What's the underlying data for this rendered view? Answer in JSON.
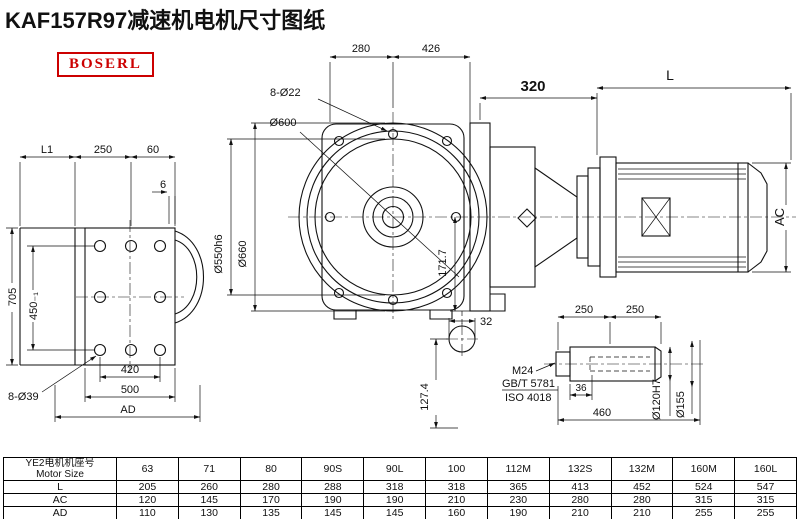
{
  "title": "KAF157R97减速机电机尺寸图纸",
  "logo": {
    "text": "BOSERL"
  },
  "drawing": {
    "front_view": {
      "dim_L1": "L1",
      "dim_250": "250",
      "dim_60": "60",
      "dim_6": "6",
      "dim_705": "705",
      "dim_450": "450₋₁",
      "bolt_callout": "8-Ø39",
      "dim_420": "420",
      "dim_500": "500",
      "dim_AD": "AD"
    },
    "flange_view": {
      "dim_280": "280",
      "dim_426": "426",
      "bolt_callout": "8-Ø22",
      "dim_600": "Ø600",
      "dim_550": "Ø550h6",
      "dim_660": "Ø660",
      "dim_171": "171.7",
      "dim_32": "32",
      "dim_127": "127.4"
    },
    "side_view": {
      "dim_320": "320",
      "dim_L": "L",
      "dim_AC": "AC"
    },
    "shaft_detail": {
      "dim_250a": "250",
      "dim_250b": "250",
      "thread_callout": "M24",
      "standard_1": "GB/T 5781",
      "standard_2": "ISO 4018",
      "dim_36": "36",
      "dim_460": "460",
      "dim_120": "Ø120H7",
      "dim_155": "Ø155"
    }
  },
  "table": {
    "header_line1": "YE2电机机座号",
    "header_line2": "Motor Size",
    "columns": [
      "63",
      "71",
      "80",
      "90S",
      "90L",
      "100",
      "112M",
      "132S",
      "132M",
      "160M",
      "160L"
    ],
    "rows": [
      {
        "label": "L",
        "values": [
          "205",
          "260",
          "280",
          "288",
          "318",
          "318",
          "365",
          "413",
          "452",
          "524",
          "547"
        ]
      },
      {
        "label": "AC",
        "values": [
          "120",
          "145",
          "170",
          "190",
          "190",
          "210",
          "230",
          "280",
          "280",
          "315",
          "315"
        ]
      },
      {
        "label": "AD",
        "values": [
          "110",
          "130",
          "135",
          "145",
          "145",
          "160",
          "190",
          "210",
          "210",
          "255",
          "255"
        ]
      }
    ]
  }
}
